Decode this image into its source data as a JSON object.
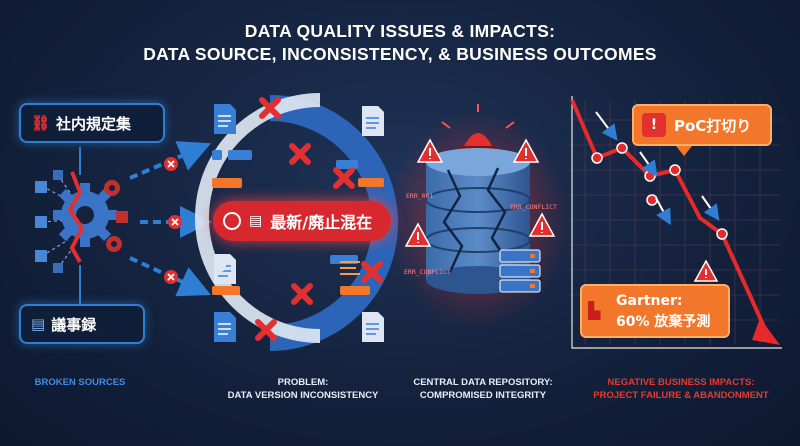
{
  "title": {
    "line1": "DATA QUALITY ISSUES & IMPACTS:",
    "line2": "DATA SOURCE, INCONSISTENCY, & BUSINESS OUTCOMES"
  },
  "sources": {
    "top_callout": "社内規定集",
    "bottom_callout": "議事録",
    "caption": "BROKEN SOURCES"
  },
  "problem": {
    "pill_label": "最新/廃止混在",
    "caption_line1": "PROBLEM:",
    "caption_line2": "DATA VERSION INCONSISTENCY"
  },
  "repository": {
    "err_labels": [
      "ERR_001",
      "ERR_CONFLICT",
      "ERR_CONFLICT"
    ],
    "caption_line1": "CENTRAL DATA REPOSITORY:",
    "caption_line2": "COMPROMISED INTEGRITY"
  },
  "impacts": {
    "poc_label": "PoC打切り",
    "gartner_line1": "Gartner:",
    "gartner_line2": "60% 放棄予測",
    "caption_line1": "NEGATIVE BUSINESS IMPACTS:",
    "caption_line2": "PROJECT FAILURE & ABANDONMENT"
  },
  "colors": {
    "accent_blue": "#2e7fd3",
    "alert_red": "#d7282f",
    "warning_orange": "#f2772a",
    "caption_blue": "#3d8ee8",
    "caption_red": "#e8382f"
  }
}
